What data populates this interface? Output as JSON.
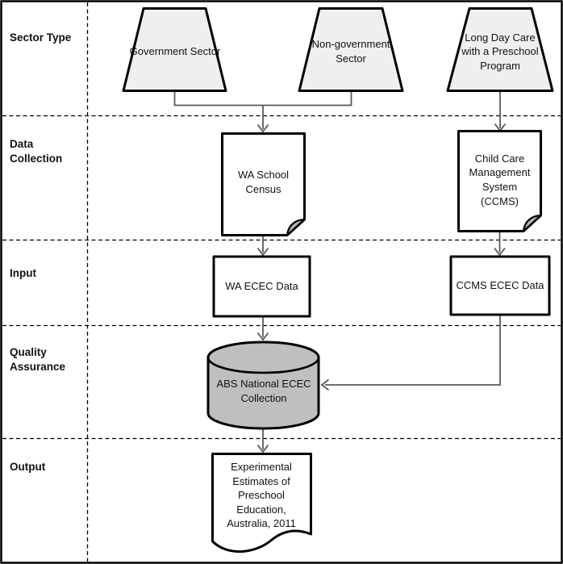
{
  "diagram": {
    "title_hint": "ECEC data collection flowchart",
    "row_labels": {
      "sector_type": "Sector Type",
      "data_collection": "Data Collection",
      "input": "Input",
      "quality_assurance": "Quality Assurance",
      "output": "Output"
    },
    "nodes": {
      "government_sector": "Government Sector",
      "non_government_sector": "Non-government Sector",
      "long_day_care": "Long Day Care with a Preschool Program",
      "wa_school_census": "WA School Census",
      "ccms": "Child Care Management System (CCMS)",
      "wa_ecec_data": "WA ECEC Data",
      "ccms_ecec_data": "CCMS ECEC Data",
      "abs_national_ecec_collection": "ABS National ECEC Collection",
      "experimental_estimates": "Experimental Estimates of Preschool Education, Australia, 2011"
    },
    "colors": {
      "trapezoid_fill": "#efefef",
      "cylinder_fill": "#bfbfbf",
      "fold_fill": "#b3b3b3",
      "connector": "#595959",
      "shape_stroke": "#000000",
      "background": "#ffffff"
    }
  }
}
